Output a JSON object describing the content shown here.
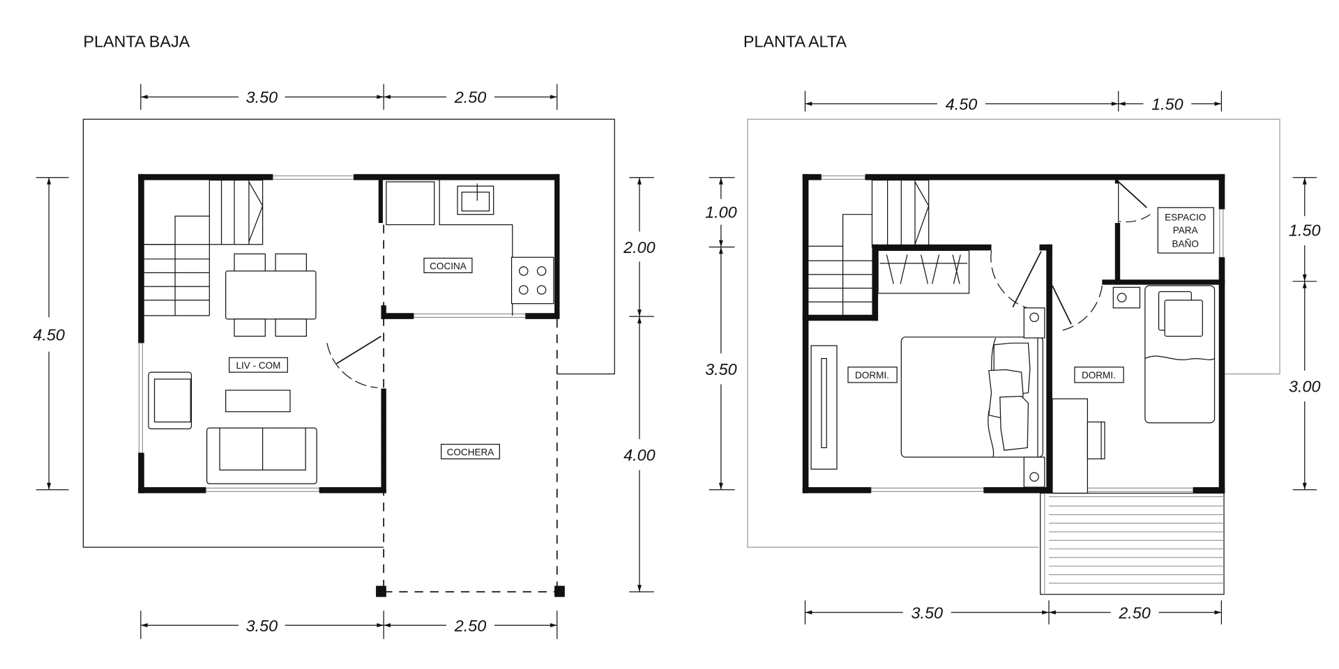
{
  "ground_floor": {
    "title": "PLANTA BAJA",
    "rooms": {
      "living": "LIV - COM",
      "kitchen": "COCINA",
      "garage": "COCHERA"
    },
    "dims": {
      "top_left": "3.50",
      "top_right": "2.50",
      "bottom_left": "3.50",
      "bottom_right": "2.50",
      "left": "4.50",
      "right_top": "2.00",
      "right_bottom": "4.00"
    }
  },
  "upper_floor": {
    "title": "PLANTA ALTA",
    "rooms": {
      "bedroom_1": "DORMI.",
      "bedroom_2": "DORMI.",
      "bath_line1": "ESPACIO",
      "bath_line2": "PARA",
      "bath_line3": "BAÑO"
    },
    "dims": {
      "top_left": "4.50",
      "top_right": "1.50",
      "bottom_left": "3.50",
      "bottom_right": "2.50",
      "left_top": "1.00",
      "left_bottom": "3.50",
      "right_top": "1.50",
      "right_bottom": "3.00"
    }
  }
}
